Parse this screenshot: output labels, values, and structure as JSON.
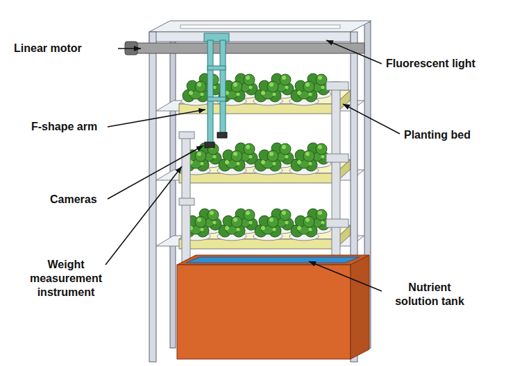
{
  "diagram": {
    "labels": [
      "Linear motor",
      "Fluorescent light",
      "F-shape arm",
      "Planting bed",
      "Cameras",
      "Weight measurement instrument",
      "Nutrient solution tank"
    ]
  }
}
